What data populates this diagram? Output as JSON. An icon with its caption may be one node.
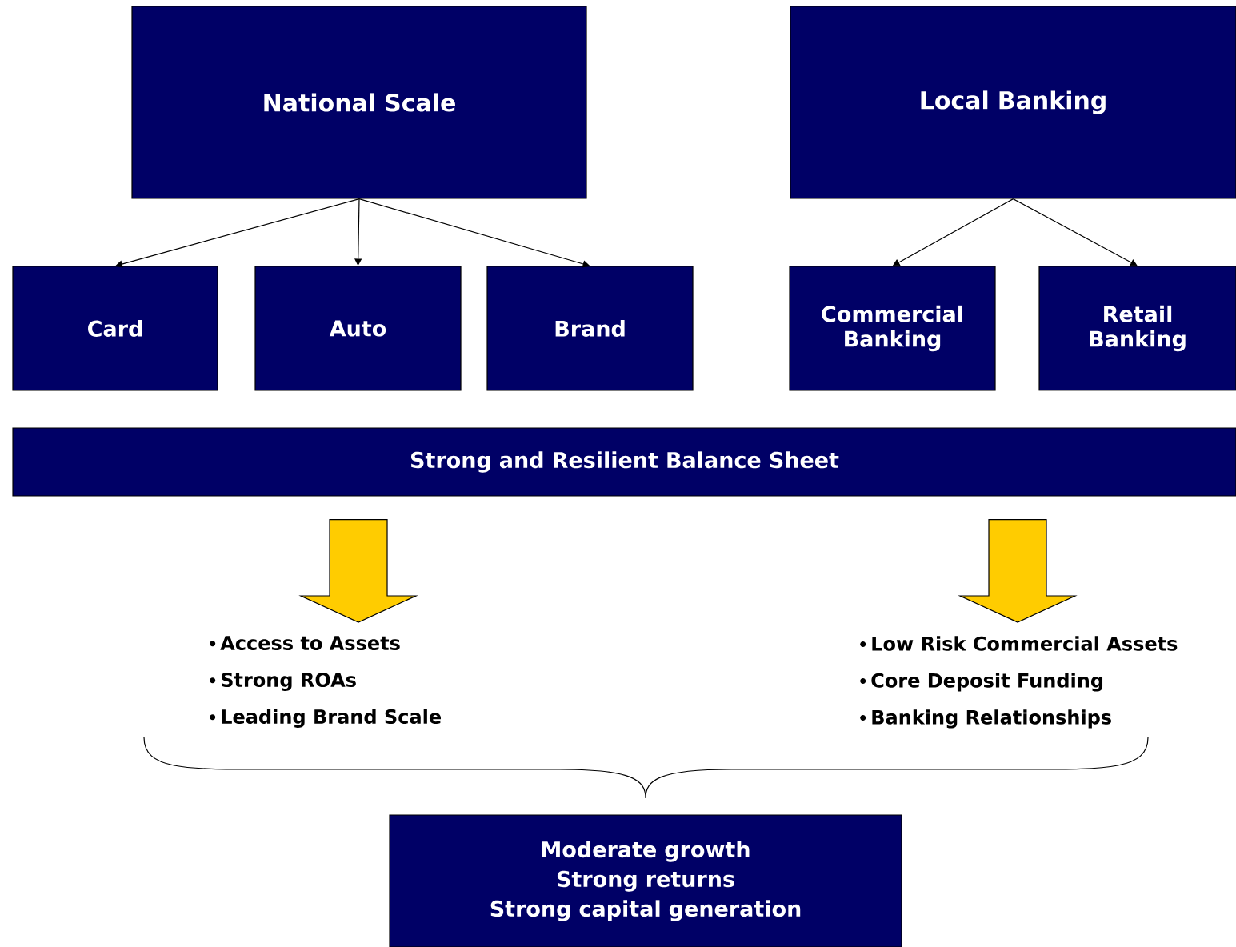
{
  "diagram": {
    "nodes": [
      {
        "text": [
          "National Scale"
        ]
      },
      {
        "text": [
          "Local Banking"
        ]
      },
      {
        "text": [
          "Card"
        ]
      },
      {
        "text": [
          "Auto"
        ]
      },
      {
        "text": [
          "Brand"
        ]
      },
      {
        "text": [
          "Commercial Banking"
        ]
      },
      {
        "text": [
          "Retail Banking"
        ]
      },
      {
        "text": [
          "Strong and Resilient Balance Sheet"
        ]
      },
      {
        "text": [
          "Access to Assets",
          "Strong ROAs",
          "Leading Brand Scale"
        ]
      },
      {
        "text": [
          "Low Risk Commercial Assets",
          "Core Deposit Funding",
          "Banking Relationships"
        ]
      },
      {
        "text": [
          "Moderate growth",
          "Strong returns",
          "Strong capital generation"
        ]
      }
    ],
    "edges": [
      {
        "from": 0,
        "to": 2,
        "arrow": "to"
      },
      {
        "from": 0,
        "to": 3,
        "arrow": "to"
      },
      {
        "from": 0,
        "to": 4,
        "arrow": "to"
      },
      {
        "from": 1,
        "to": 5,
        "arrow": "to"
      },
      {
        "from": 1,
        "to": 6,
        "arrow": "to"
      },
      {
        "from": 7,
        "to": 8,
        "arrow": "to",
        "style": "thick",
        "color": "#ffcc00"
      },
      {
        "from": 7,
        "to": 9,
        "arrow": "to",
        "style": "thick",
        "color": "#ffcc00"
      }
    ]
  }
}
